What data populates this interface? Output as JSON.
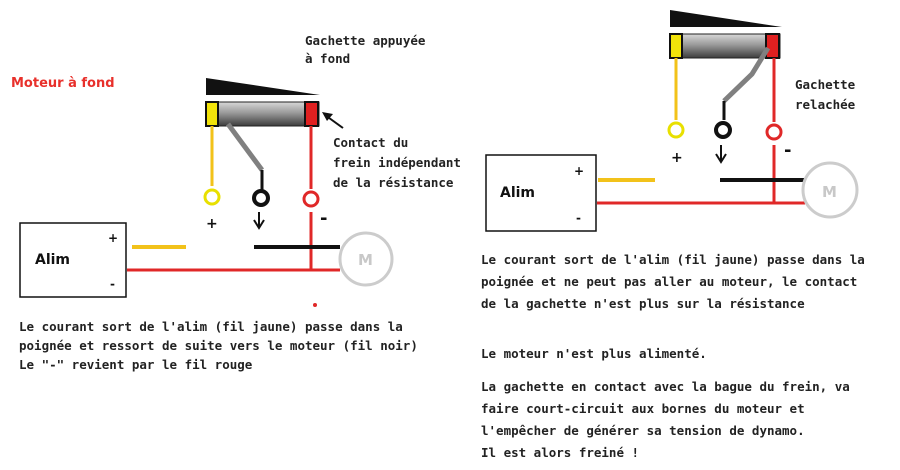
{
  "left": {
    "title": "Moteur à fond",
    "trigger_label": [
      "Gachette appuyée",
      "à fond"
    ],
    "contact_label": [
      "Contact du",
      "frein indépendant",
      "de la résistance"
    ],
    "alim_label": "Alim",
    "alim_plus": "+",
    "alim_minus": "-",
    "motor_label": "M",
    "plus_sign": "+",
    "minus_sign": "-",
    "explanation": [
      "Le courant sort de l'alim (fil jaune) passe dans la",
      "poignée et ressort de suite vers le moteur (fil noir)",
      "Le \"-\" revient par le fil rouge"
    ]
  },
  "right": {
    "trigger_label": [
      "Gachette",
      "relachée"
    ],
    "alim_label": "Alim",
    "alim_plus": "+",
    "alim_minus": "-",
    "motor_label": "M",
    "plus_sign": "+",
    "minus_sign": "-",
    "explanation": [
      "Le courant sort de l'alim (fil jaune) passe dans la",
      "poignée et ne peut pas aller au moteur, le contact",
      "de la gachette n'est plus sur la résistance"
    ],
    "status": "Le moteur n'est plus alimenté.",
    "brake_explanation": [
      "La gachette en contact avec la bague du frein, va",
      "faire court-circuit aux bornes du moteur et",
      "l'empêcher de générer sa tension de dynamo.",
      "Il est alors freiné !"
    ]
  },
  "colors": {
    "wire_yellow": "#f2c21a",
    "wire_red": "#e02828",
    "wire_black": "#111111",
    "wire_gray": "#808080",
    "motor_outline": "#cccccc",
    "title_red": "#e8302b"
  }
}
